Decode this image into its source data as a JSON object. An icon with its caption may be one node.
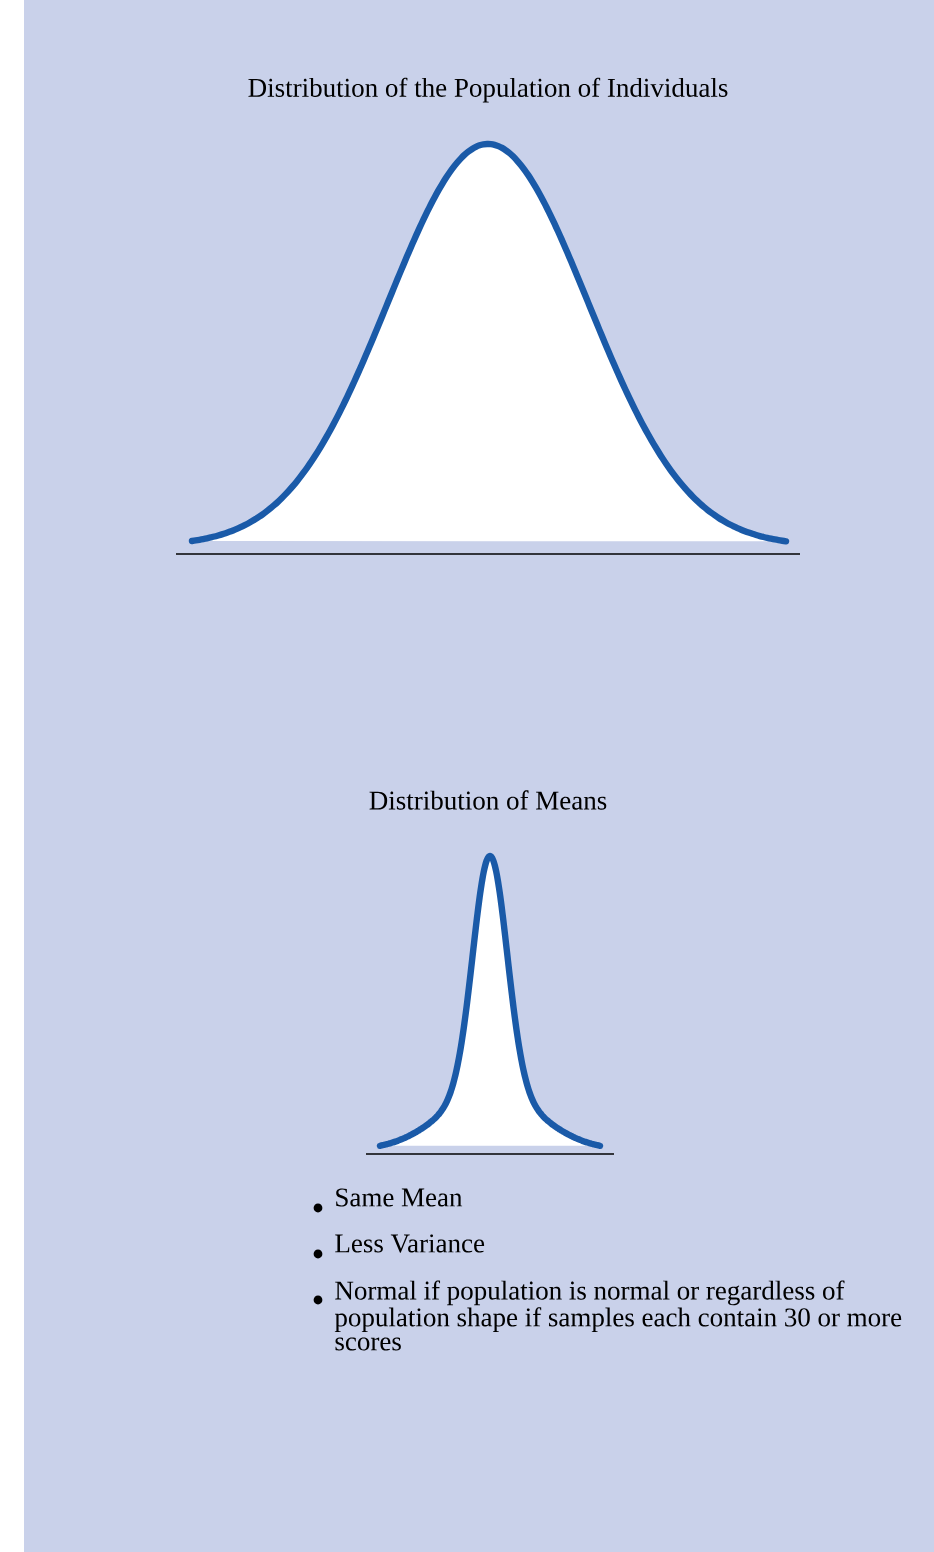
{
  "diagram": {
    "labels": [
      "Distribution of the Population of Individuals",
      "Distribution of Means",
      "Same Mean",
      "Less Variance",
      "Normal if population is normal or regardless of population shape if samples each contain 30 or more scores"
    ]
  }
}
